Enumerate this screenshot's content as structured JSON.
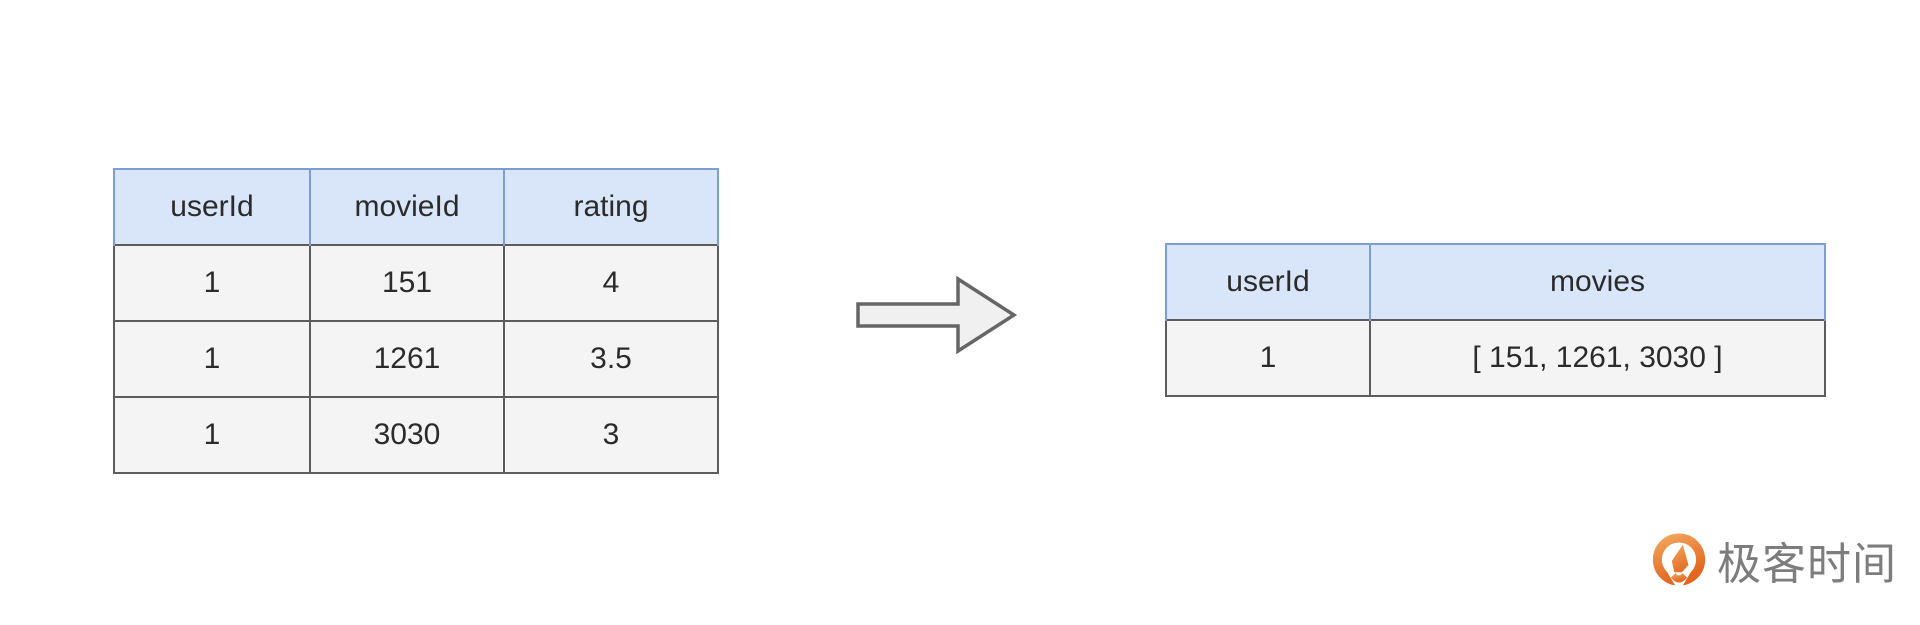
{
  "diagram": {
    "left_table": {
      "headers": [
        "userId",
        "movieId",
        "rating"
      ],
      "rows": [
        [
          "1",
          "151",
          "4"
        ],
        [
          "1",
          "1261",
          "3.5"
        ],
        [
          "1",
          "3030",
          "3"
        ]
      ]
    },
    "arrow": {
      "direction": "right",
      "icon": "block-arrow-right-icon"
    },
    "right_table": {
      "headers": [
        "userId",
        "movies"
      ],
      "rows": [
        [
          "1",
          "[ 151, 1261, 3030 ]"
        ]
      ]
    }
  },
  "branding": {
    "logo_icon": "geektime-q-icon",
    "logo_text": "极客时间"
  },
  "colors": {
    "header_bg": "#d9e5f8",
    "header_border": "#7d9ed3",
    "cell_bg": "#f4f4f5",
    "cell_border": "#5c5c5c",
    "text_color": "#2b2b2b",
    "arrow_fill": "#f0f0f0",
    "arrow_stroke": "#666666",
    "logo_text_color": "#7d7d7d",
    "logo_orange_light": "#f2a45c",
    "logo_orange_dark": "#e2661f"
  }
}
